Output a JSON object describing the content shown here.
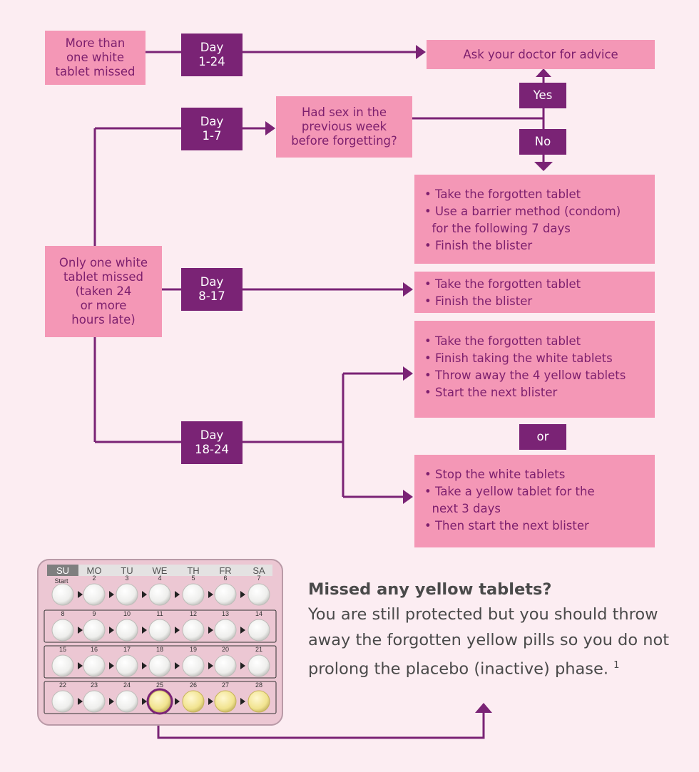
{
  "boxes": {
    "more_than_one": "More than\none white\ntablet missed",
    "only_one": "Only one white\ntablet missed\n(taken 24\nor more\nhours late)",
    "ask_doctor": "Ask your doctor for advice",
    "had_sex": "Had sex in the\nprevious week\nbefore forgetting?"
  },
  "days": {
    "d1_24": "Day\n1-24",
    "d1_7": "Day\n1-7",
    "d8_17": "Day\n8-17",
    "d18_24": "Day\n18-24"
  },
  "answers": {
    "yes": "Yes",
    "no": "No",
    "or": "or"
  },
  "lists": {
    "no_sex": [
      "• Take the forgotten tablet",
      "• Use a barrier method (condom)",
      "  for the following 7 days",
      "• Finish the blister"
    ],
    "day8_17": [
      "• Take the forgotten tablet",
      "• Finish the blister"
    ],
    "option_a": [
      "• Take the forgotten tablet",
      "• Finish taking the white tablets",
      "• Throw away the 4 yellow tablets",
      "• Start the next blister"
    ],
    "option_b": [
      "• Stop the white tablets",
      "• Take a yellow tablet for the",
      "  next 3 days",
      "• Then start the next blister"
    ]
  },
  "blister": {
    "days": [
      "SU",
      "MO",
      "TU",
      "WE",
      "TH",
      "FR",
      "SA"
    ],
    "start_label": "Start",
    "numbers": [
      "",
      "2",
      "3",
      "4",
      "5",
      "6",
      "7",
      "8",
      "9",
      "10",
      "11",
      "12",
      "13",
      "14",
      "15",
      "16",
      "17",
      "18",
      "19",
      "20",
      "21",
      "22",
      "23",
      "24",
      "25",
      "26",
      "27",
      "28"
    ],
    "highlight_day": "25",
    "colors": {
      "white_pill": "#f4f4f2",
      "yellow_pill": "#f3e9a0",
      "blister": "#ecc7d3",
      "header_active": "#7f7f7f"
    }
  },
  "info": {
    "heading": "Missed any yellow tablets?",
    "body": "You are still protected but you should throw away the forgotten yellow pills so you do not prolong the placebo (inactive) phase.",
    "footnote": "1"
  },
  "colors": {
    "box": "#f497b6",
    "day": "#7a2375",
    "text": "#7d1f6e",
    "line": "#7a2375",
    "background": "#fcedf2"
  }
}
